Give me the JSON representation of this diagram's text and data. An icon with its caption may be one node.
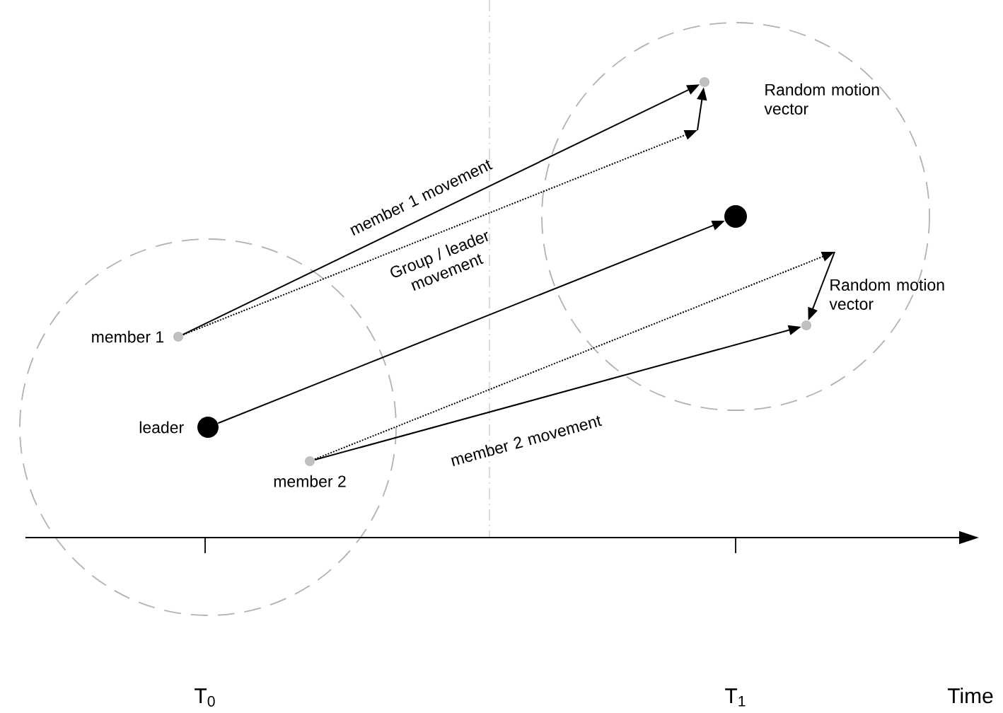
{
  "diagram": {
    "nodes": [
      {
        "text": [],
        "shape": "circle",
        "beside": [
          "member 1"
        ]
      },
      {
        "text": [],
        "shape": "circle",
        "beside": [
          "leader"
        ]
      },
      {
        "text": [],
        "shape": "circle",
        "beside": [
          "member 2"
        ]
      },
      {
        "text": [],
        "shape": "circle"
      },
      {
        "text": [],
        "shape": "circle"
      },
      {
        "text": [],
        "shape": "circle"
      }
    ],
    "edges": [
      {
        "from": 0,
        "to": 3,
        "arrow": "to",
        "label": "member 1 movement"
      },
      {
        "from": 0,
        "to": null,
        "arrow": "to",
        "style": "dashed"
      },
      {
        "from": null,
        "to": 3,
        "arrow": "to",
        "label": "Random motion vector"
      },
      {
        "from": 1,
        "to": 4,
        "arrow": "to",
        "label": "Group / leader movement"
      },
      {
        "from": 2,
        "to": 5,
        "arrow": "to",
        "label": "member 2 movement"
      },
      {
        "from": 2,
        "to": null,
        "arrow": "to",
        "style": "dashed"
      },
      {
        "from": null,
        "to": 5,
        "arrow": "to",
        "label": "Random motion vector"
      }
    ],
    "labels": [
      "T$_{0}$",
      "T$_{1}$",
      "Time"
    ]
  }
}
